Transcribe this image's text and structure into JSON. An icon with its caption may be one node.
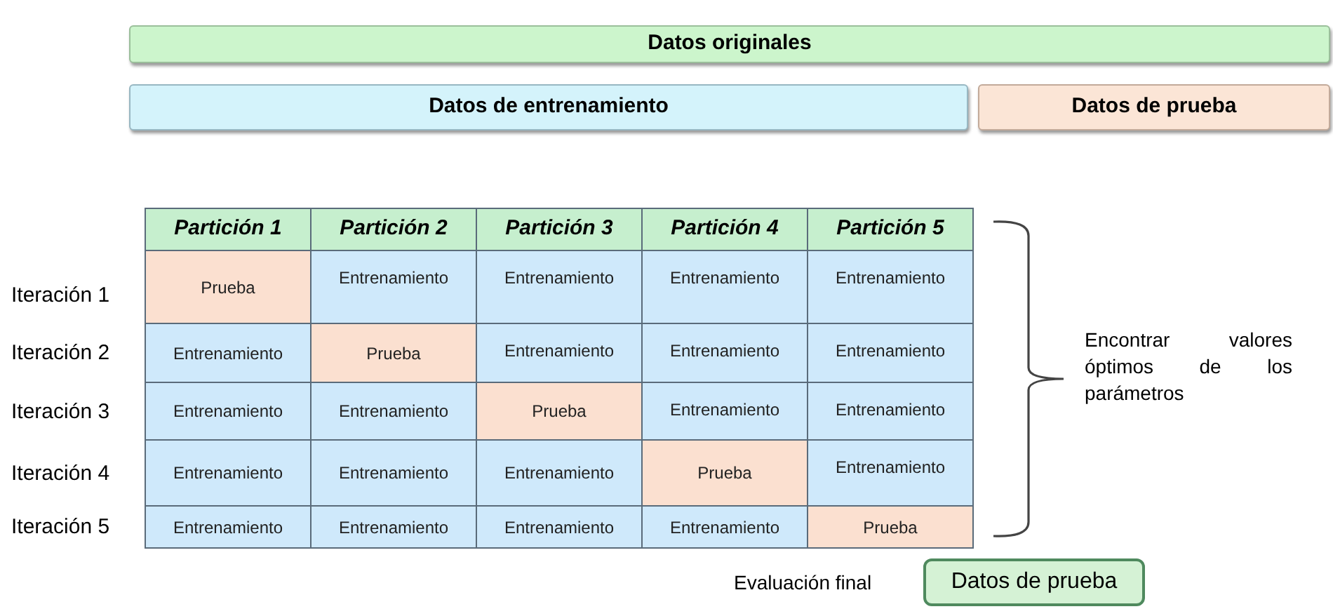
{
  "diagram": {
    "nodes": [
      {
        "text": [
          "Datos originales"
        ]
      },
      {
        "text": [
          "Datos de entrenamiento"
        ]
      },
      {
        "text": [
          "Datos de prueba"
        ]
      },
      {
        "text": [
          "Datos de prueba"
        ]
      }
    ],
    "labels": [
      "Partición 1",
      "Partición 2",
      "Partición 3",
      "Partición 4",
      "Partición 5",
      "Iteración 1",
      "Prueba",
      "Entrenamiento",
      "Entrenamiento",
      "Entrenamiento",
      "Entrenamiento",
      "Iteración 2",
      "Entrenamiento",
      "Prueba",
      "Entrenamiento",
      "Entrenamiento",
      "Entrenamiento",
      "Iteración 3",
      "Entrenamiento",
      "Entrenamiento",
      "Prueba",
      "Entrenamiento",
      "Entrenamiento",
      "Iteración 4",
      "Entrenamiento",
      "Entrenamiento",
      "Entrenamiento",
      "Prueba",
      "Entrenamiento",
      "Iteración 5",
      "Entrenamiento",
      "Entrenamiento",
      "Entrenamiento",
      "Entrenamiento",
      "Prueba",
      "Encontrar valores óptimos de los parámetros",
      "Evaluación final"
    ]
  }
}
